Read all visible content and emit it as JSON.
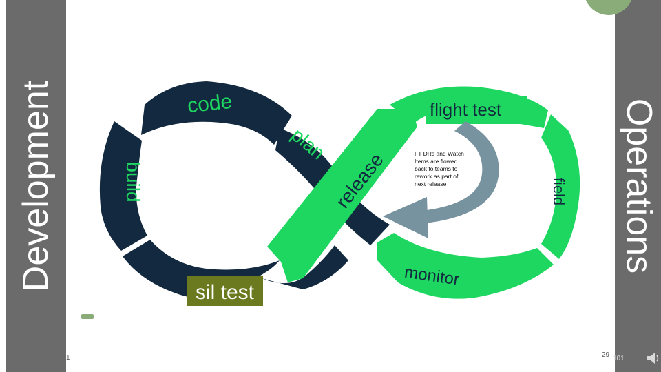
{
  "titles": {
    "left": "Development",
    "right": "Operations"
  },
  "stages": {
    "code": "code",
    "plan": "plan",
    "build": "build",
    "sil_test": "sil test",
    "release": "release",
    "flight_test": "flight test",
    "field": "field",
    "monitor": "monitor"
  },
  "note": {
    "lines": [
      "FT DRs and Watch",
      "Items are flowed",
      "back to teams to",
      "rework as part of",
      "next release"
    ]
  },
  "page_numbers": {
    "left": "1",
    "right_a": "29",
    "right_b": "101"
  },
  "colors": {
    "dark_navy": "#12293f",
    "green": "#1ed760",
    "highlight": "#6b7a1f",
    "arrow": "#7893a0",
    "sidebar": "#6b6b6b",
    "accent": "#8aac79"
  },
  "icons": {
    "speaker": "speaker-icon"
  }
}
